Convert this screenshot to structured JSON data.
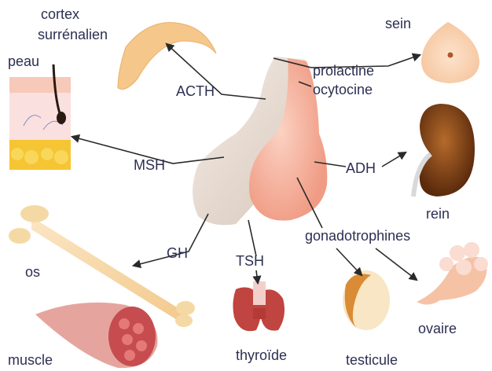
{
  "organs": {
    "cortex": "cortex\nsurrénalien",
    "cortex_line1": "cortex",
    "cortex_line2": "surrénalien",
    "peau": "peau",
    "sein": "sein",
    "rein": "rein",
    "os": "os",
    "muscle": "muscle",
    "thyroide": "thyroïde",
    "testicule": "testicule",
    "ovaire": "ovaire"
  },
  "hormones": {
    "acth": "ACTH",
    "msh": "MSH",
    "gh": "GH",
    "tsh": "TSH",
    "prolactine": "prolactine",
    "ocytocine": "ocytocine",
    "adh": "ADH",
    "gonadotrophines": "gonadotrophines"
  },
  "colors": {
    "text": "#2c2f52",
    "arrow": "#2a2a2a",
    "gland_light": "#e9dfd6",
    "gland_pink": "#f4b49f",
    "bone": "#f8dcae",
    "kidney": "#7a3f15",
    "thyroid": "#c0443f"
  },
  "icons": [
    "pituitary-gland-icon",
    "adrenal-cortex-icon",
    "skin-icon",
    "breast-icon",
    "kidney-icon",
    "bone-icon",
    "muscle-icon",
    "thyroid-icon",
    "testicle-icon",
    "ovary-icon"
  ]
}
